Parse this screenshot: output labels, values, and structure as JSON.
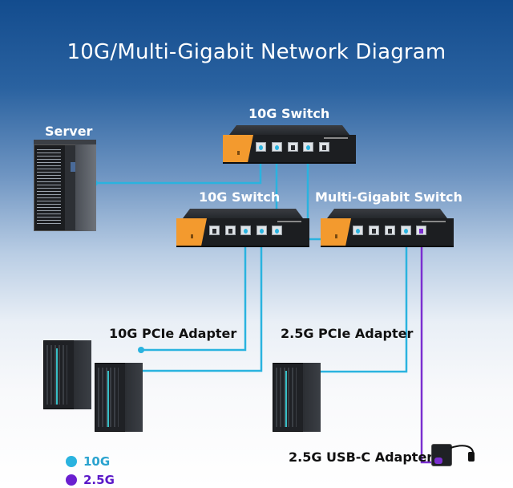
{
  "title": "10G/Multi-Gigabit Network Diagram",
  "devices": {
    "server": {
      "label": "Server"
    },
    "core_switch": {
      "label": "10G Switch",
      "ports": [
        "10g",
        "10g",
        "none",
        "10g",
        "none"
      ]
    },
    "left_switch": {
      "label": "10G Switch",
      "ports": [
        "none",
        "none",
        "10g",
        "10g",
        "10g"
      ]
    },
    "right_switch": {
      "label": "Multi-Gigabit Switch",
      "ports": [
        "10g",
        "none",
        "none",
        "10g",
        "2.5g"
      ]
    },
    "pcie_10g": {
      "label": "10G PCIe Adapter"
    },
    "pcie_25g": {
      "label": "2.5G PCIe Adapter"
    },
    "usbc_25g": {
      "label": "2.5G USB-C Adapter"
    }
  },
  "connections": [
    {
      "from": "server",
      "to": "core_switch",
      "speed": "10G"
    },
    {
      "from": "core_switch",
      "to": "left_switch",
      "speed": "10G"
    },
    {
      "from": "core_switch",
      "to": "right_switch",
      "speed": "10G"
    },
    {
      "from": "left_switch",
      "to": "pc_10g_1",
      "speed": "10G"
    },
    {
      "from": "left_switch",
      "to": "pc_10g_2",
      "speed": "10G"
    },
    {
      "from": "right_switch",
      "to": "pc_25g",
      "speed": "10G"
    },
    {
      "from": "right_switch",
      "to": "usbc_25g",
      "speed": "2.5G"
    }
  ],
  "legend": [
    {
      "label": "10G",
      "color": "#2ab3df"
    },
    {
      "label": "2.5G",
      "color": "#6a1fd0"
    }
  ],
  "colors": {
    "link_10g": "#2ab3df",
    "link_25g": "#7b2fd0",
    "legend_10g_text": "#2aa3cf",
    "legend_25g_text": "#5a18c8",
    "switch_accent": "#f39a2e"
  }
}
